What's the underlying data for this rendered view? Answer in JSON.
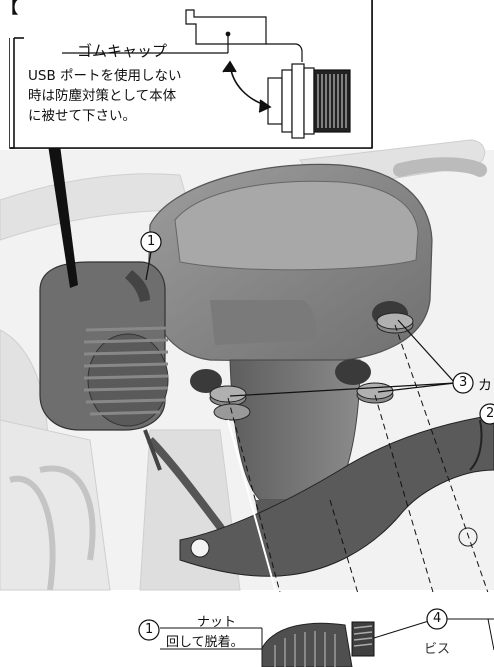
{
  "callout": {
    "header_partial": "【",
    "rubber_cap_label": "ゴムキャップ",
    "note_lines": [
      "USB ポートを使用しない",
      "時は防塵対策として本体",
      "に被せて下さい。"
    ]
  },
  "labels": {
    "callout_1": "1",
    "callout_3": "3",
    "callout_3_text": "カ",
    "callout_2": "2",
    "nut_title": "ナット",
    "nut_instruction": "回して脱着。",
    "callout_1_bottom": "1",
    "callout_4": "4",
    "screw": "ビス"
  },
  "colors": {
    "body_gray": "#8a8a8a",
    "dark_part": "#4a4a4a",
    "light_bg": "#d9d9d9",
    "line": "#111111"
  }
}
